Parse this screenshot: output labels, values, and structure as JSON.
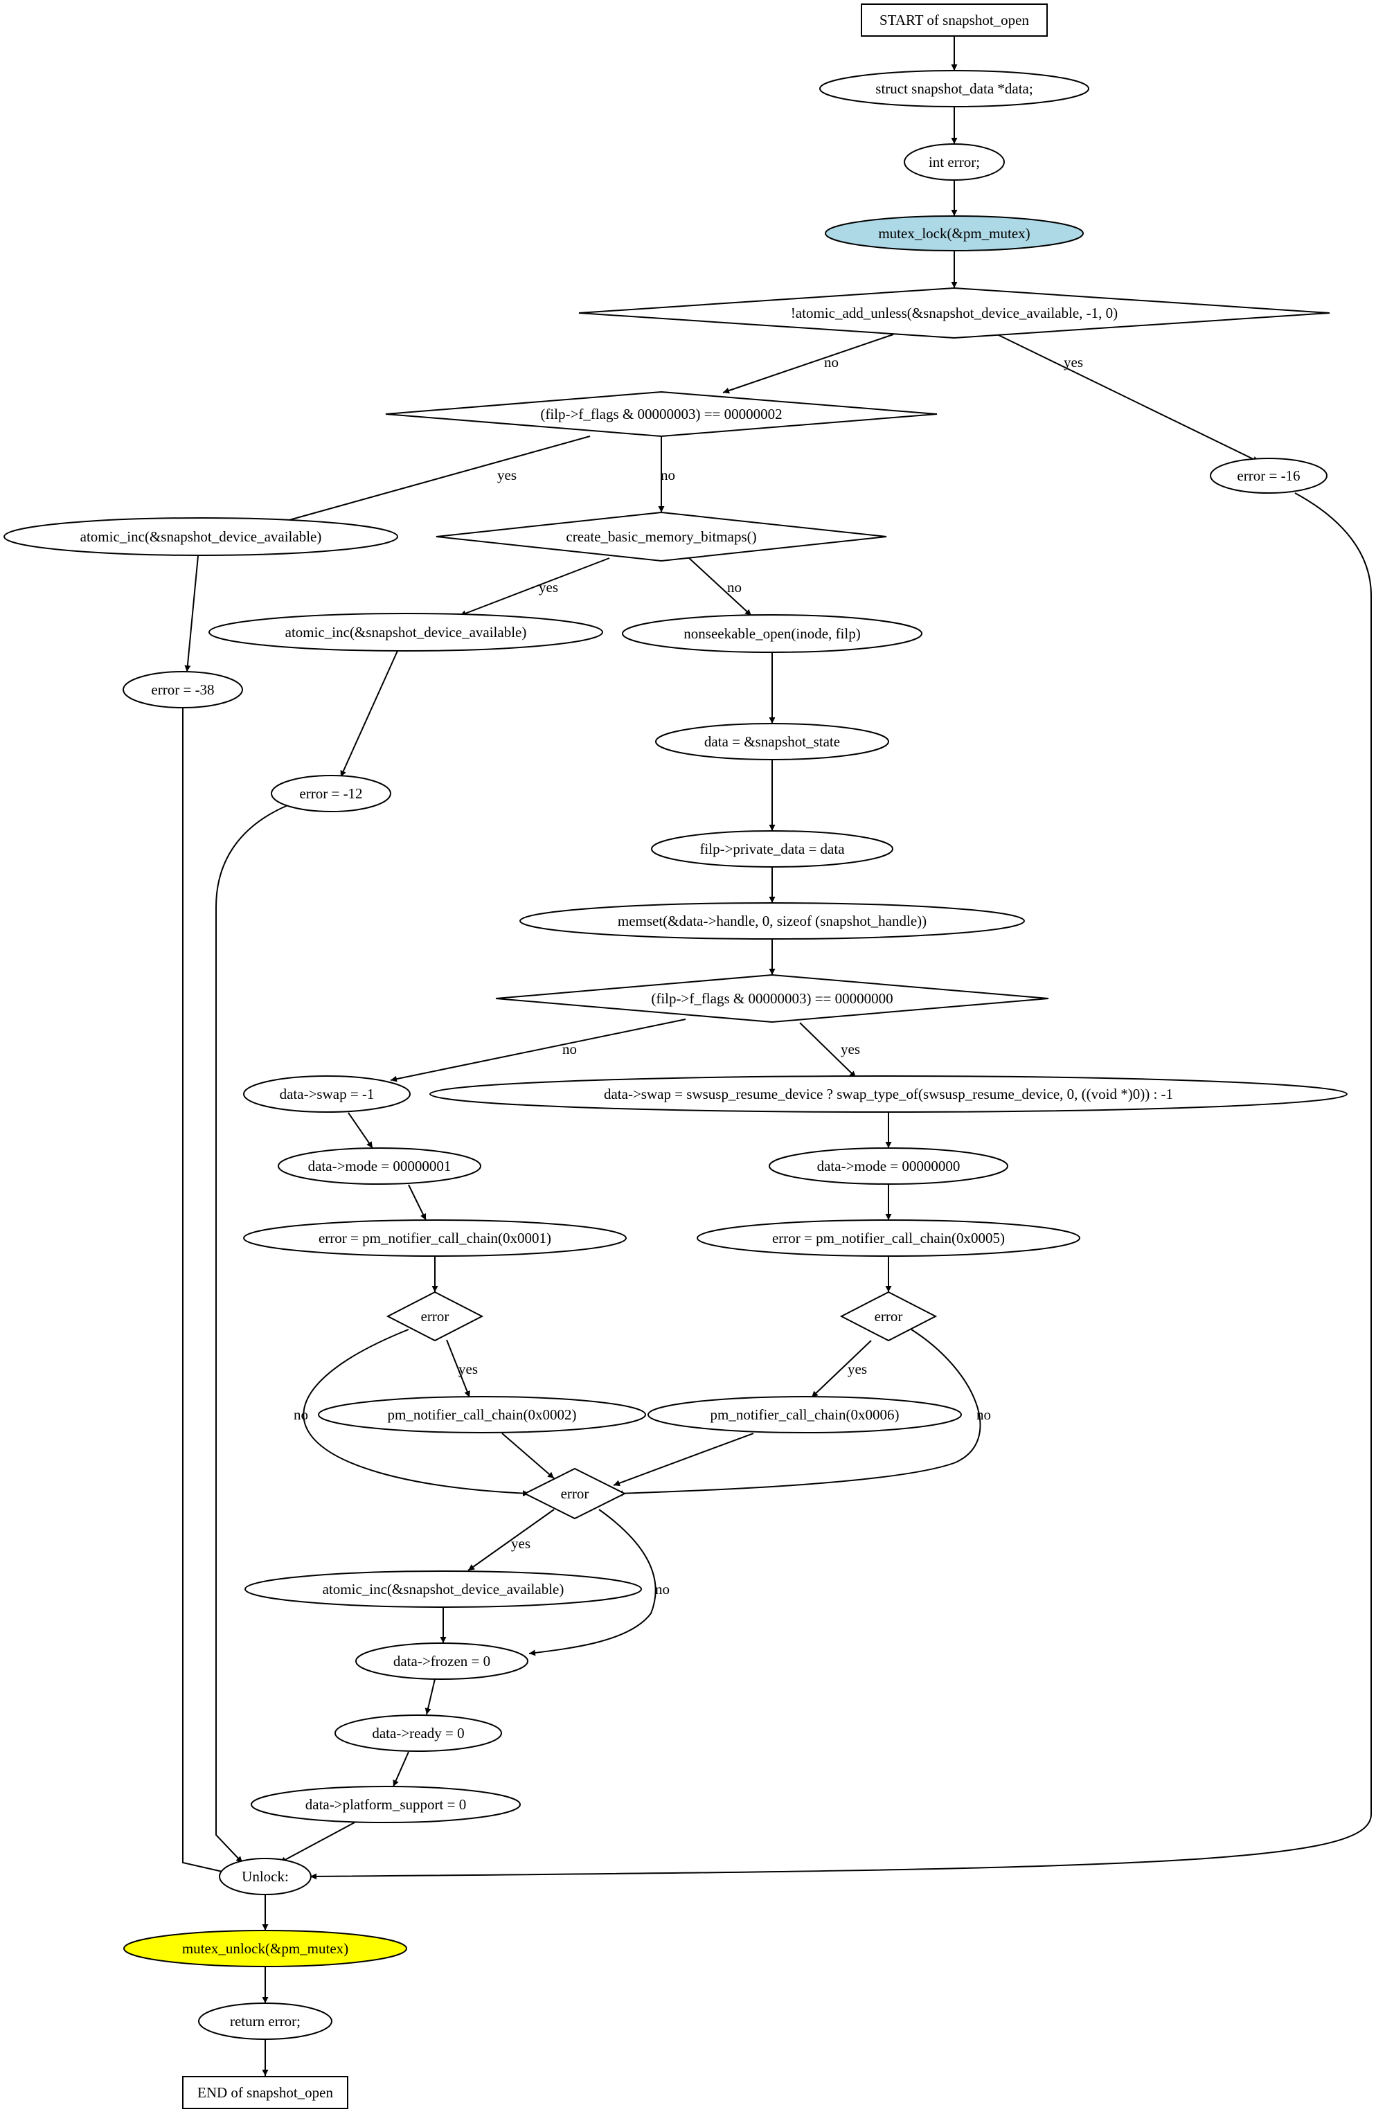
{
  "colors": {
    "stroke": "#000000",
    "fill": "#ffffff",
    "lock_fill": "#add8e6",
    "unlock_fill": "#ffff00"
  },
  "nodes": {
    "start": "START of snapshot_open",
    "decl_data": "struct snapshot_data *data;",
    "decl_error": "int error;",
    "mutex_lock": "mutex_lock(&pm_mutex)",
    "cond_atomic": "!atomic_add_unless(&snapshot_device_available, -1, 0)",
    "cond_flags_rdwr": "(filp->f_flags & 00000003) == 00000002",
    "err16": "error = -16",
    "inc_a": "atomic_inc(&snapshot_device_available)",
    "cond_bitmaps": "create_basic_memory_bitmaps()",
    "err38": "error = -38",
    "inc_b": "atomic_inc(&snapshot_device_available)",
    "nonseek": "nonseekable_open(inode, filp)",
    "err12": "error = -12",
    "data_state": "data = &snapshot_state",
    "private_data": "filp->private_data = data",
    "memset": "memset(&data->handle, 0, sizeof (snapshot_handle))",
    "cond_flags_rd": "(filp->f_flags & 00000003) == 00000000",
    "swap_neg": "data->swap = -1",
    "swap_resume": "data->swap = swsusp_resume_device ? swap_type_of(swsusp_resume_device, 0, ((void *)0)) : -1",
    "mode1": "data->mode = 00000001",
    "mode0": "data->mode = 00000000",
    "notify1": "error = pm_notifier_call_chain(0x0001)",
    "notify5": "error = pm_notifier_call_chain(0x0005)",
    "cond_err_l": "error",
    "cond_err_r": "error",
    "notify2": "pm_notifier_call_chain(0x0002)",
    "notify6": "pm_notifier_call_chain(0x0006)",
    "cond_err_m": "error",
    "inc_c": "atomic_inc(&snapshot_device_available)",
    "frozen": "data->frozen = 0",
    "ready": "data->ready = 0",
    "platform": "data->platform_support = 0",
    "unlock_label": "Unlock:",
    "mutex_unlock": "mutex_unlock(&pm_mutex)",
    "return_error": "return error;",
    "end": "END of snapshot_open"
  },
  "edge_labels": {
    "atomic_no": "no",
    "atomic_yes": "yes",
    "rdwr_yes": "yes",
    "rdwr_no": "no",
    "bitmaps_yes": "yes",
    "bitmaps_no": "no",
    "rd_no": "no",
    "rd_yes": "yes",
    "errl_yes": "yes",
    "errl_no": "no",
    "errr_yes": "yes",
    "errr_no": "no",
    "errm_yes": "yes",
    "errm_no": "no"
  }
}
